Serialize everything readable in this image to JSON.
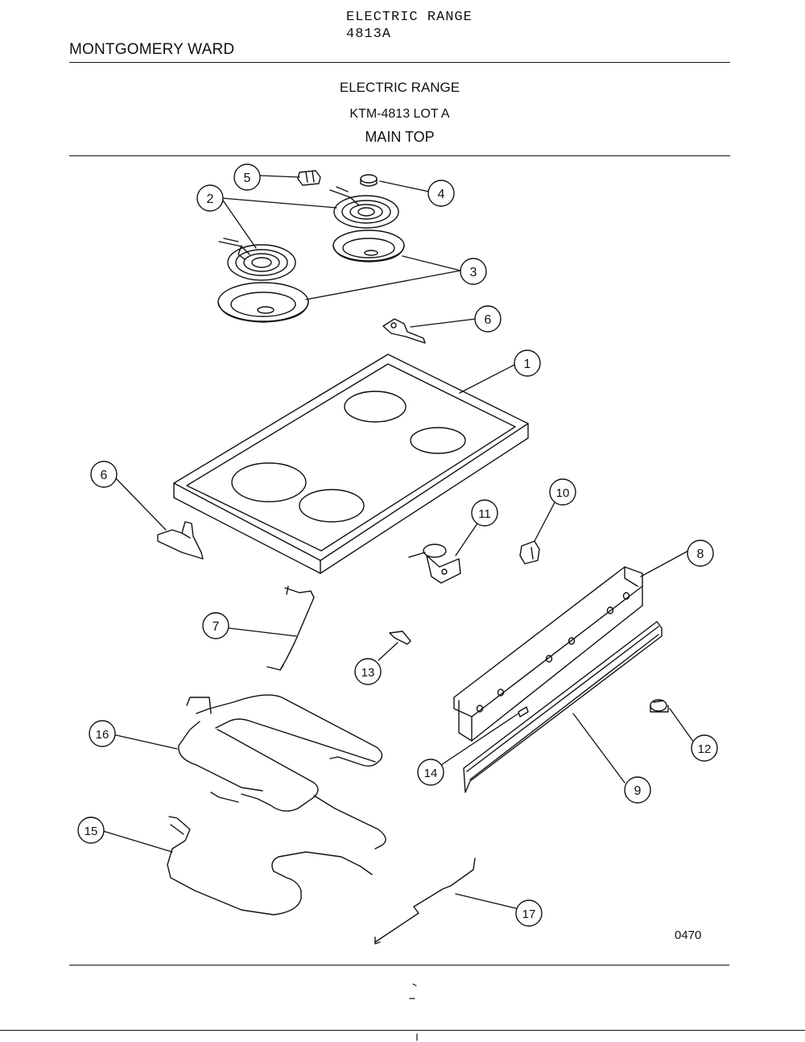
{
  "header": {
    "product_line": "ELECTRIC RANGE",
    "model": "4813A",
    "brand": "MONTGOMERY WARD"
  },
  "title": {
    "line1": "ELECTRIC RANGE",
    "line2": "KTM-4813 LOT A",
    "line3": "MAIN TOP"
  },
  "callouts": [
    "1",
    "2",
    "3",
    "4",
    "5",
    "6",
    "6",
    "7",
    "8",
    "9",
    "10",
    "11",
    "12",
    "13",
    "14",
    "15",
    "16",
    "17"
  ],
  "figure_code": "0470"
}
